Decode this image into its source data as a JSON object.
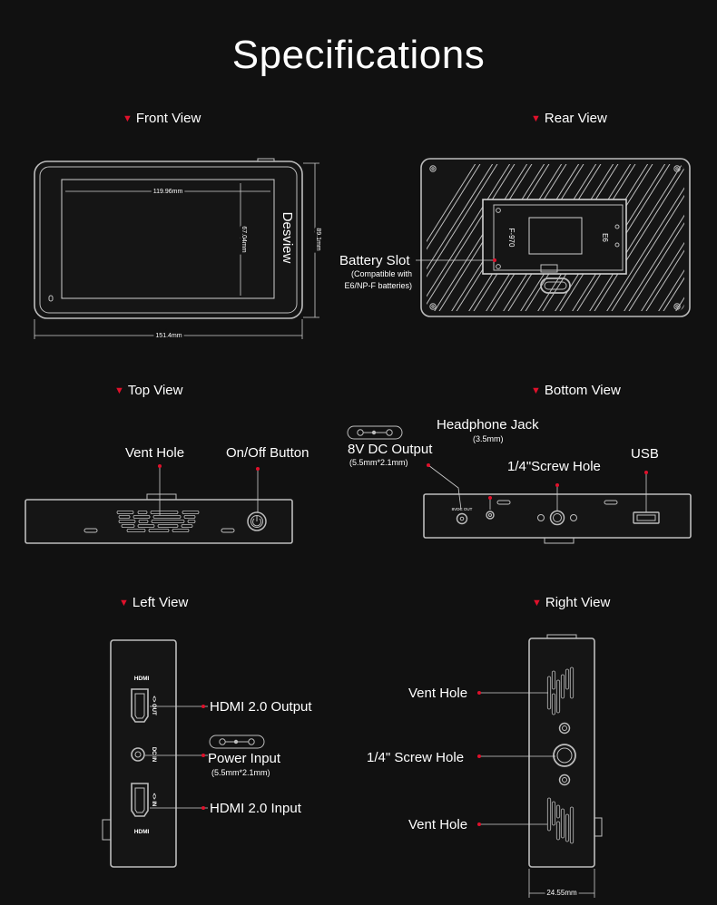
{
  "title": "Specifications",
  "brand": "Desview",
  "sections": {
    "front": "Front View",
    "rear": "Rear View",
    "top": "Top View",
    "bottom": "Bottom View",
    "left": "Left View",
    "right": "Right View"
  },
  "front_view": {
    "dim_width_inner": "119.96mm",
    "dim_height_inner": "67.04mm",
    "dim_height_outer": "89.1mm",
    "dim_width_outer": "151.4mm"
  },
  "rear_view": {
    "battery_slot": "Battery Slot",
    "battery_note_1": "(Compatible with",
    "battery_note_2": "E6/NP-F batteries)",
    "battery_mark_1": "F-970",
    "battery_mark_2": "E6"
  },
  "top_view": {
    "vent_hole": "Vent Hole",
    "on_off": "On/Off Button"
  },
  "bottom_view": {
    "dc_output": "8V DC Output",
    "dc_output_spec": "(5.5mm*2.1mm)",
    "headphone": "Headphone Jack",
    "headphone_spec": "(3.5mm)",
    "screw": "1/4\"Screw Hole",
    "usb": "USB",
    "port_mark": "8VDC OUT"
  },
  "left_view": {
    "hdmi_out": "HDMI 2.0 Output",
    "power_input": "Power Input",
    "power_spec": "(5.5mm*2.1mm)",
    "hdmi_in": "HDMI 2.0 Input",
    "mark_out": "<> OUT",
    "mark_dc": "DC IN",
    "mark_in": "<> IN",
    "mark_hdmi": "HDMI"
  },
  "right_view": {
    "vent_hole_1": "Vent Hole",
    "screw": "1/4\" Screw Hole",
    "vent_hole_2": "Vent Hole",
    "dim_depth": "24.55mm"
  },
  "colors": {
    "background": "#111111",
    "accent": "#e0112b",
    "line": "#bdbdbd"
  }
}
